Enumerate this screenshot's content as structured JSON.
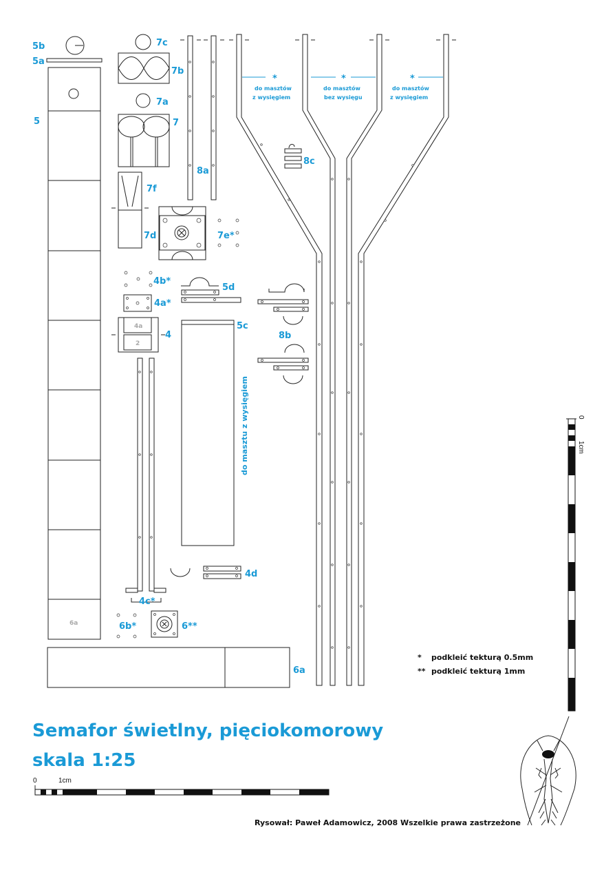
{
  "title": {
    "line1": "Semafor świetlny, pięciokomorowy",
    "line2": "skala 1:25"
  },
  "credit": "Rysował: Paweł Adamowicz, 2008     Wszelkie prawa zastrzeżone",
  "labels": {
    "p5b": "5b",
    "p5a": "5a",
    "p5": "5",
    "p7c": "7c",
    "p7b": "7b",
    "p7a": "7a",
    "p7": "7",
    "p7f": "7f",
    "p7d": "7d",
    "p7e": "7e*",
    "p8a": "8a",
    "p8c": "8c",
    "p4b": "4b*",
    "p4a": "4a*",
    "p4": "4",
    "p5d": "5d",
    "p5c": "5c",
    "p8b": "8b",
    "p4d": "4d",
    "p4c": "4c*",
    "p6b": "6b*",
    "p6": "6**",
    "p6a": "6a"
  },
  "inner_labels": {
    "box_4a": "4a",
    "box_2": "2",
    "box_6a": "6a"
  },
  "notes": {
    "arm_left": {
      "star": "*",
      "line1": "do masztów",
      "line2": "z wysięgiem"
    },
    "arm_mid": {
      "star": "*",
      "line1": "do masztów",
      "line2": "bez wysięgu"
    },
    "arm_right": {
      "star": "*",
      "line1": "do masztów",
      "line2": "z wysięgiem"
    },
    "vertical": "do masztu z wysięgiem"
  },
  "legend": {
    "single": {
      "mark": "*",
      "text": "podkleić tekturą 0.5mm"
    },
    "double": {
      "mark": "**",
      "text": "podkleić tekturą 1mm"
    }
  },
  "scale_h": {
    "zero": "0",
    "unit": "1cm"
  },
  "scale_v": {
    "zero": "0",
    "unit": "1cm"
  },
  "colors": {
    "accent": "#1a9ad6",
    "line": "#222222"
  }
}
